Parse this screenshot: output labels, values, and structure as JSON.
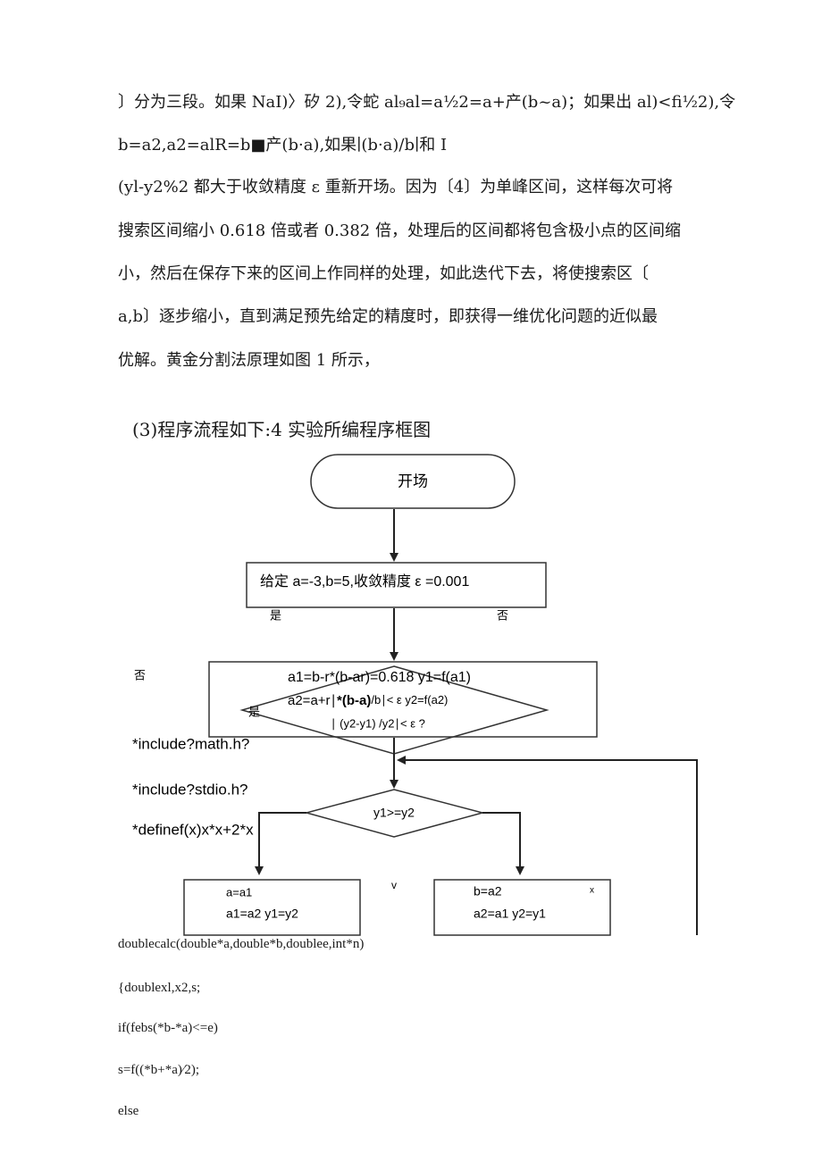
{
  "paragraph": [
    "〕分为三段。如果 NaI)〉矽 2),令蛇 al₉al=a½2=a+产(b~a)；如果出 al)<fi½2),令",
    "b=a2,a2=alR=b■产(b·a),如果∣(b·a)∕b∣和 I",
    "(yl-y2%2 都大于收敛精度 ε 重新开场。因为〔4〕为单峰区间，这样每次可将",
    "搜索区间缩小 0.618 倍或者 0.382 倍，处理后的区间都将包含极小点的区间缩",
    "小，然后在保存下来的区间上作同样的处理，如此迭代下去，将使搜索区〔",
    "a,b〕逐步缩小，直到满足预先给定的精度时，即获得一维优化问题的近似最",
    "优解。黄金分割法原理如图 1 所示，"
  ],
  "heading": "(3)程序流程如下:4 实验所编程序框图",
  "flowchart": {
    "start": "开场",
    "init": "给定 a=-3,b=5,收敛精度 ε =0.001",
    "yes1": "是",
    "no1": "否",
    "no2": "否",
    "calc_line1": "a1=b-r*(b-ar)=0.618 y1=f(a1)",
    "calc_line2a": "a2=a+r∣",
    "calc_line2b": "*(b-a)",
    "calc_line2c": "/b∣< ε y2=f(a2)",
    "yes2": "是",
    "condition": "∣ (y2-y1) /y2∣< ε ?",
    "compare": "y1>=y2",
    "v_mark": "v",
    "left_box_l1": "a=a1",
    "left_box_l2": "a1=a2   y1=y2",
    "right_box_l1": "b=a2",
    "right_box_l2": "a2=a1   y2=y1",
    "x_mark": "x"
  },
  "overlay_code": [
    "*include?math.h?",
    "*include?stdio.h?",
    "*definef(x)x*x+2*x"
  ],
  "code": [
    "doublecalc(double*a,double*b,doublee,int*n)",
    "{doublexl,x2,s;",
    "if(febs(*b-*a)<=e)",
    "s=f((*b+*a)∕2);",
    "else"
  ]
}
